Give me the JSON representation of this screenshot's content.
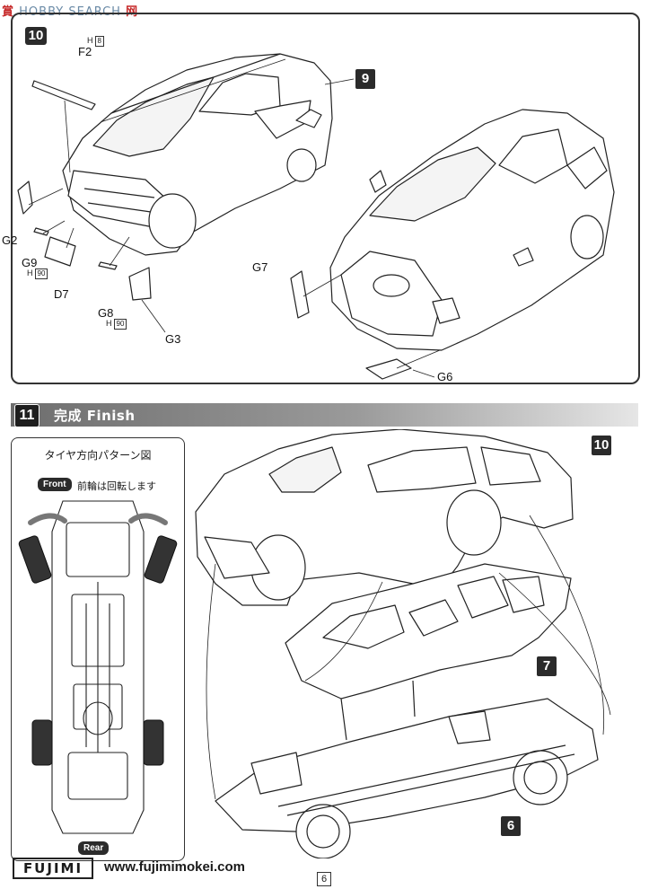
{
  "watermark": {
    "prefix": "賞",
    "brand": "HOBBY SEARCH",
    "suffix": "网"
  },
  "step10": {
    "number": "10",
    "callout_to": "9",
    "labels": {
      "f2": "F2",
      "f2_h": "H",
      "f2_h_num": "8",
      "g2": "G2",
      "g9": "G9",
      "g9_h": "H",
      "g9_h_num": "90",
      "d7": "D7",
      "g8": "G8",
      "g8_h": "H",
      "g8_h_num": "90",
      "g3": "G3",
      "g7": "G7",
      "g6": "G6"
    }
  },
  "step11": {
    "number": "11",
    "title": "完成  Finish",
    "callouts": {
      "body": "10",
      "interior": "7",
      "chassis": "6"
    },
    "panel": {
      "title": "タイヤ方向パターン図",
      "front_badge": "Front",
      "front_note": "前輪は回転します",
      "rear_badge": "Rear"
    }
  },
  "footer": {
    "logo": "FUJIMI",
    "url": "www.fujimimokei.com",
    "page": "6"
  },
  "colors": {
    "accent": "#2b2b2b",
    "watermark": "#6a8aa6",
    "watermark_red": "#c62828"
  },
  "icons": [
    "car-body-rear-icon",
    "car-body-front-icon",
    "assembled-car-icon",
    "interior-tub-icon",
    "chassis-icon",
    "tire-direction-diagram-icon"
  ]
}
